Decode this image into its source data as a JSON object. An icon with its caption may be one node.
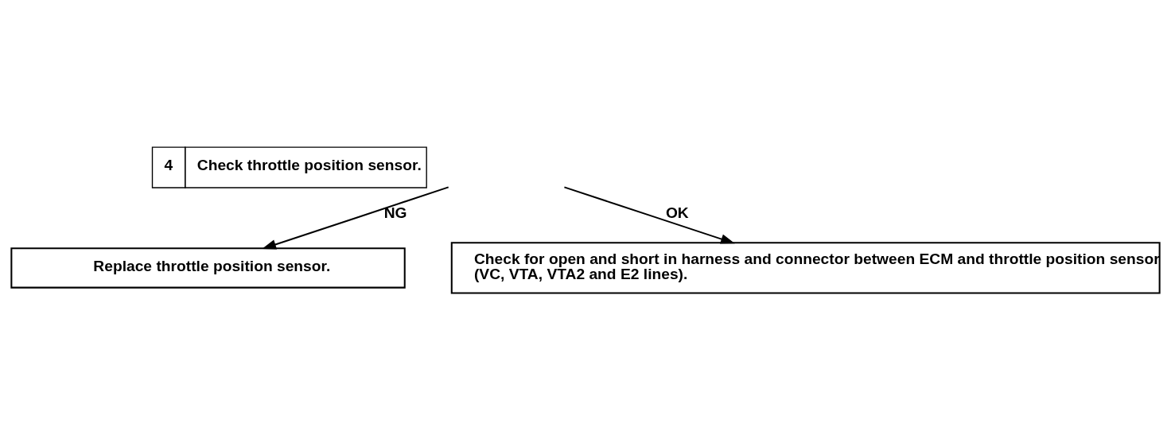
{
  "diagram": {
    "nodes": [
      {
        "text": [
          "4",
          "Check throttle position sensor."
        ]
      },
      {
        "text": [
          "Replace throttle position sensor."
        ]
      },
      {
        "text": [
          "Check for open and short in harness and connector between ECM and throttle position sensor (VC, VTA, VTA2 and E2 lines)."
        ]
      }
    ],
    "edges": [
      {
        "from": 0,
        "to": 1,
        "arrow": "to",
        "label": "NG"
      },
      {
        "from": 0,
        "to": 2,
        "arrow": "to",
        "label": "OK"
      }
    ]
  }
}
